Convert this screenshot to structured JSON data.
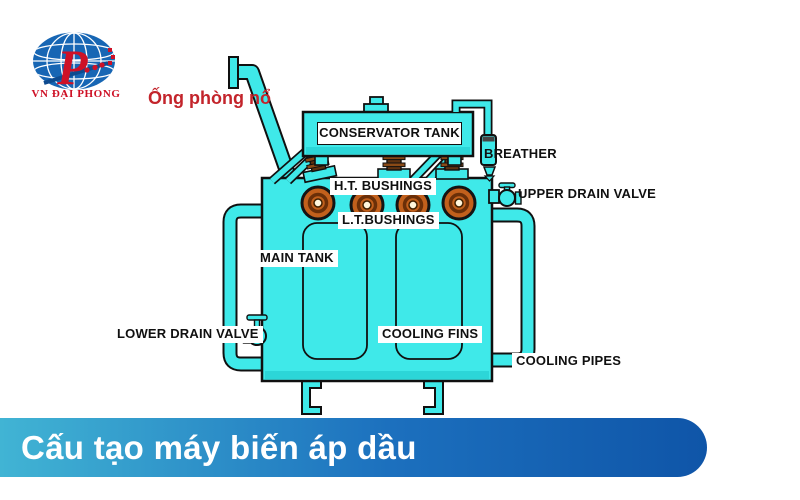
{
  "logo": {
    "brand": "VN ĐẠI PHONG",
    "monogram": "P"
  },
  "diagram": {
    "callout": "Ống phòng nổ",
    "labels": {
      "conservator_tank": "CONSERVATOR TANK",
      "breather": "BREATHER",
      "ht_bushings": "H.T. BUSHINGS",
      "upper_drain_valve": "UPPER DRAIN VALVE",
      "lt_bushings": "L.T.BUSHINGS",
      "main_tank": "MAIN TANK",
      "lower_drain_valve": "LOWER DRAIN VALVE",
      "cooling_fins": "COOLING FINS",
      "cooling_pipes": "COOLING PIPES"
    }
  },
  "banner": {
    "title": "Cấu tạo máy biến áp dầu"
  },
  "colors": {
    "pipe_cyan": "#3FE9E9",
    "pipe_shade": "#2CD6D8",
    "outline": "#101010",
    "bushing_orange": "#C2601C",
    "insulator_brown": "#5E3210",
    "callout_red": "#C3242B",
    "logo_blue": "#1766B4",
    "logo_red": "#CE1126",
    "banner_gradient_start": "#41B4D4",
    "banner_gradient_end": "#0F55A8"
  }
}
